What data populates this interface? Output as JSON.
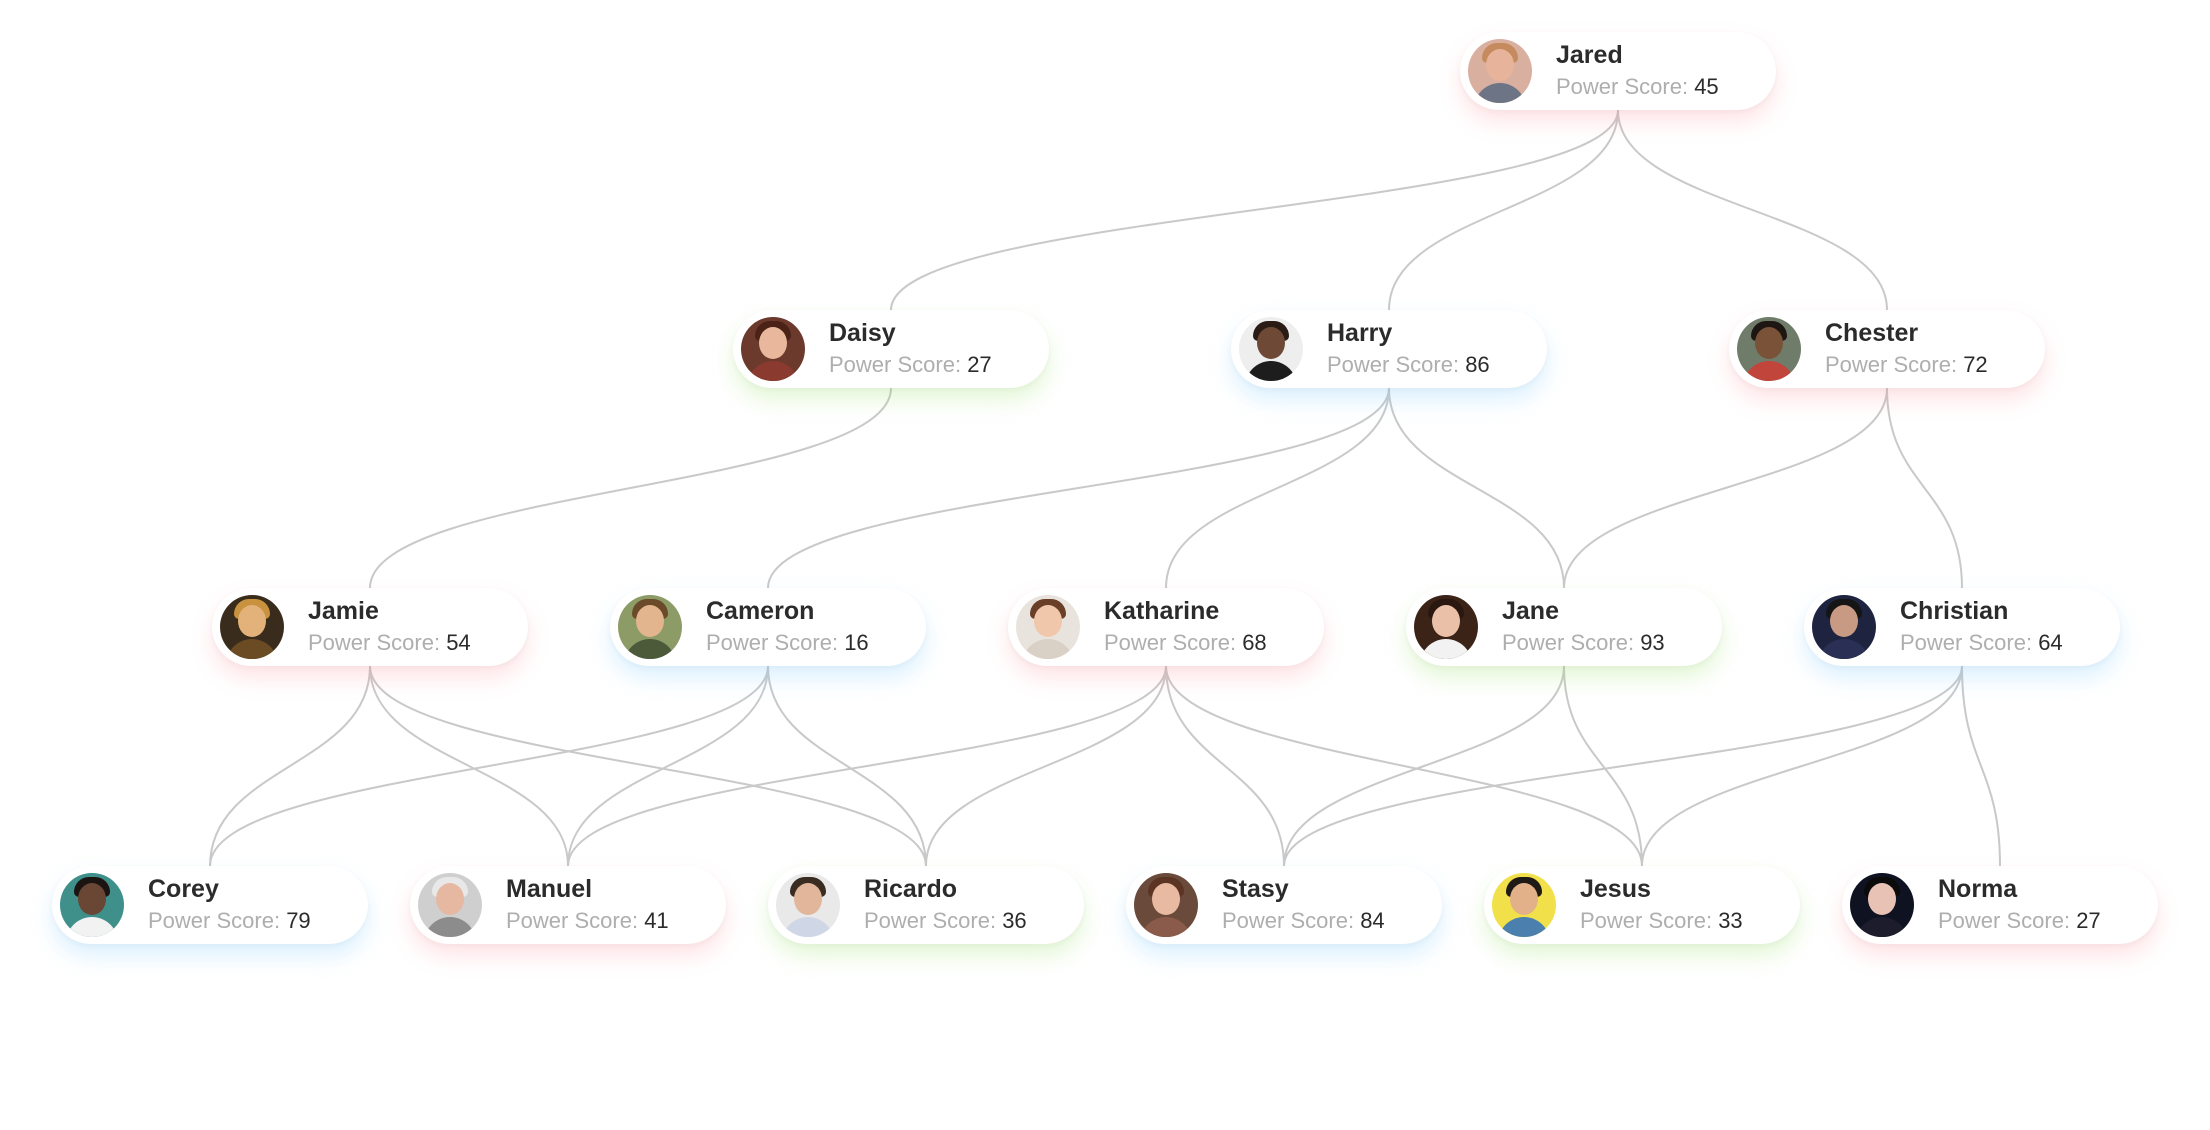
{
  "score_label": "Power Score:",
  "glow_colors": {
    "red": "#ff828c",
    "green": "#96e164",
    "blue": "#78c8ff"
  },
  "nodes": [
    {
      "id": "jared",
      "name": "Jared",
      "score": "45",
      "glow": "red",
      "avatar": {
        "bg": "#d9b0a0",
        "skin": "#e7b39b",
        "hair": "#c58a5e",
        "shirt": "#6d7486"
      }
    },
    {
      "id": "daisy",
      "name": "Daisy",
      "score": "27",
      "glow": "green",
      "avatar": {
        "bg": "#6b3a2c",
        "skin": "#e9b79c",
        "hair": "#4a2216",
        "shirt": "#8a3a2e"
      }
    },
    {
      "id": "harry",
      "name": "Harry",
      "score": "86",
      "glow": "blue",
      "avatar": {
        "bg": "#eeeeee",
        "skin": "#6e4a36",
        "hair": "#2a1c15",
        "shirt": "#1d1d1d"
      }
    },
    {
      "id": "chester",
      "name": "Chester",
      "score": "72",
      "glow": "red",
      "avatar": {
        "bg": "#6f7c6a",
        "skin": "#7a5238",
        "hair": "#1e1612",
        "shirt": "#c2453c"
      }
    },
    {
      "id": "jamie",
      "name": "Jamie",
      "score": "54",
      "glow": "red",
      "avatar": {
        "bg": "#3a2c1c",
        "skin": "#e2b27a",
        "hair": "#c8923f",
        "shirt": "#6b4b24"
      }
    },
    {
      "id": "cameron",
      "name": "Cameron",
      "score": "16",
      "glow": "blue",
      "avatar": {
        "bg": "#8d9b66",
        "skin": "#e2b58e",
        "hair": "#6b4a2a",
        "shirt": "#4d5a3a"
      }
    },
    {
      "id": "katharine",
      "name": "Katharine",
      "score": "68",
      "glow": "red",
      "avatar": {
        "bg": "#e9e3dd",
        "skin": "#f0c7aa",
        "hair": "#6a3f27",
        "shirt": "#d9d0c6"
      }
    },
    {
      "id": "jane",
      "name": "Jane",
      "score": "93",
      "glow": "green",
      "avatar": {
        "bg": "#3b2318",
        "skin": "#eac1a8",
        "hair": "#2a1810",
        "shirt": "#f2f2f2"
      }
    },
    {
      "id": "christian",
      "name": "Christian",
      "score": "64",
      "glow": "blue",
      "avatar": {
        "bg": "#1e2440",
        "skin": "#c89a83",
        "hair": "#151515",
        "shirt": "#2a2f55"
      }
    },
    {
      "id": "corey",
      "name": "Corey",
      "score": "79",
      "glow": "blue",
      "avatar": {
        "bg": "#3f8f8a",
        "skin": "#6a4634",
        "hair": "#1c1410",
        "shirt": "#f2f2f2"
      }
    },
    {
      "id": "manuel",
      "name": "Manuel",
      "score": "41",
      "glow": "red",
      "avatar": {
        "bg": "#cfcfcf",
        "skin": "#e6b8a2",
        "hair": "#e8e8e8",
        "shirt": "#8c8c8c"
      }
    },
    {
      "id": "ricardo",
      "name": "Ricardo",
      "score": "36",
      "glow": "green",
      "avatar": {
        "bg": "#e9e9e9",
        "skin": "#e2b69b",
        "hair": "#3b2c22",
        "shirt": "#cfd6e6"
      }
    },
    {
      "id": "stasy",
      "name": "Stasy",
      "score": "84",
      "glow": "blue",
      "avatar": {
        "bg": "#6a4a3a",
        "skin": "#e8baa2",
        "hair": "#5b3424",
        "shirt": "#8a5a4a"
      }
    },
    {
      "id": "jesus",
      "name": "Jesus",
      "score": "33",
      "glow": "green",
      "avatar": {
        "bg": "#f1e04a",
        "skin": "#e2b189",
        "hair": "#1f1a16",
        "shirt": "#4a7fae"
      }
    },
    {
      "id": "norma",
      "name": "Norma",
      "score": "27",
      "glow": "red",
      "avatar": {
        "bg": "#0f1220",
        "skin": "#e8c2b5",
        "hair": "#0b0b0b",
        "shirt": "#1c1c2c"
      }
    }
  ],
  "edges": [
    [
      "jared",
      "daisy"
    ],
    [
      "jared",
      "harry"
    ],
    [
      "jared",
      "chester"
    ],
    [
      "daisy",
      "jamie"
    ],
    [
      "harry",
      "cameron"
    ],
    [
      "harry",
      "katharine"
    ],
    [
      "harry",
      "jane"
    ],
    [
      "chester",
      "jane"
    ],
    [
      "chester",
      "christian"
    ],
    [
      "jamie",
      "corey"
    ],
    [
      "jamie",
      "manuel"
    ],
    [
      "jamie",
      "ricardo"
    ],
    [
      "cameron",
      "corey"
    ],
    [
      "cameron",
      "manuel"
    ],
    [
      "cameron",
      "ricardo"
    ],
    [
      "katharine",
      "manuel"
    ],
    [
      "katharine",
      "ricardo"
    ],
    [
      "katharine",
      "stasy"
    ],
    [
      "katharine",
      "jesus"
    ],
    [
      "jane",
      "stasy"
    ],
    [
      "jane",
      "jesus"
    ],
    [
      "christian",
      "stasy"
    ],
    [
      "christian",
      "jesus"
    ],
    [
      "christian",
      "norma"
    ]
  ]
}
